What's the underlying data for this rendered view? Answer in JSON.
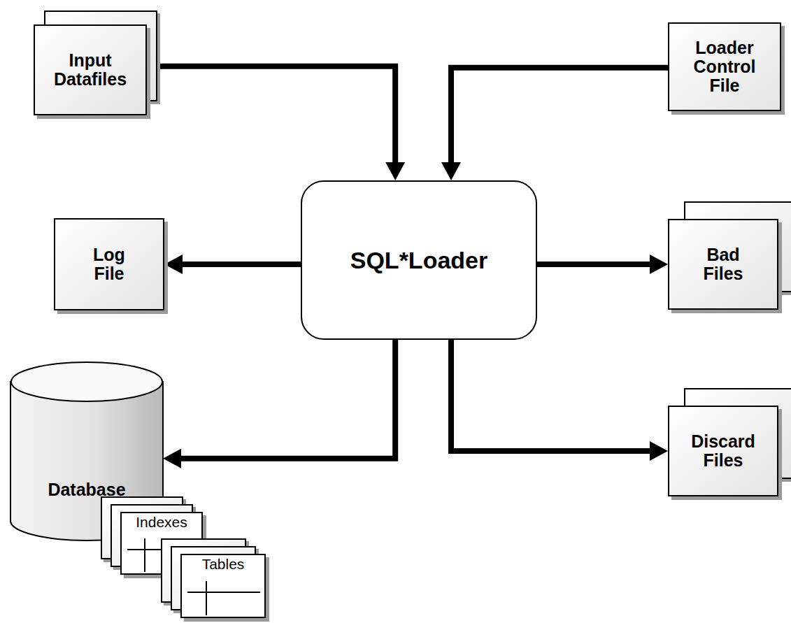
{
  "diagram": {
    "nodes": [
      {
        "text": [
          "Input Datafiles"
        ]
      },
      {
        "text": [
          "Loader Control File"
        ]
      },
      {
        "text": [
          "Log File"
        ]
      },
      {
        "text": [
          "SQL*Loader"
        ]
      },
      {
        "text": [
          "Bad Files"
        ]
      },
      {
        "text": [
          "Database"
        ]
      },
      {
        "text": [
          "Indexes"
        ]
      },
      {
        "text": [
          "Tables"
        ]
      },
      {
        "text": [
          "Discard Files"
        ]
      }
    ],
    "edges": [
      {
        "from": 0,
        "to": 3,
        "arrow": "to"
      },
      {
        "from": 1,
        "to": 3,
        "arrow": "to"
      },
      {
        "from": 3,
        "to": 2,
        "arrow": "to"
      },
      {
        "from": 3,
        "to": 4,
        "arrow": "to"
      },
      {
        "from": 3,
        "to": 5,
        "arrow": "to"
      },
      {
        "from": 3,
        "to": 8,
        "arrow": "to"
      }
    ]
  }
}
